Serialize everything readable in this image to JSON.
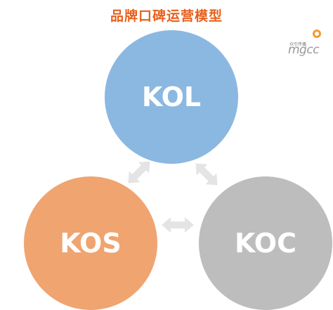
{
  "title": "品牌口碑运营模型",
  "logo": {
    "small_text": "众引传播",
    "main_text": "mgcc"
  },
  "nodes": [
    {
      "id": "kol",
      "label": "KOL",
      "color": "#8bb8e0"
    },
    {
      "id": "kos",
      "label": "KOS",
      "color": "#f0a470"
    },
    {
      "id": "koc",
      "label": "KOC",
      "color": "#bdbdbd"
    }
  ],
  "colors": {
    "title": "#e8601c",
    "arrow": "#e4e4e4",
    "label": "#ffffff"
  },
  "connections": [
    {
      "from": "kol",
      "to": "kos",
      "icon": "double-arrow-icon"
    },
    {
      "from": "kol",
      "to": "koc",
      "icon": "double-arrow-icon"
    },
    {
      "from": "kos",
      "to": "koc",
      "icon": "double-arrow-icon"
    }
  ]
}
